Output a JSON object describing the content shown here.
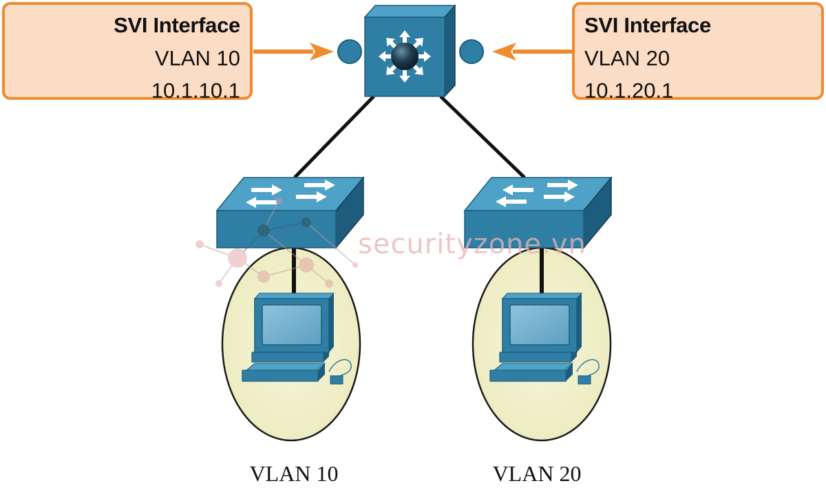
{
  "left_svi": {
    "title": "SVI Interface",
    "vlan": "VLAN 10",
    "ip": "10.1.10.1"
  },
  "right_svi": {
    "title": "SVI Interface",
    "vlan": "VLAN 20",
    "ip": "10.1.20.1"
  },
  "captions": {
    "left": "VLAN 10",
    "right": "VLAN 20"
  },
  "watermark": "securityzone.vn",
  "colors": {
    "device_blue": "#2f7fa5",
    "device_top": "#4fa2c7",
    "device_dark": "#1d5c7d",
    "arrow_orange": "#f08a2e",
    "box_fill": "#fbdcc4",
    "vlan_ellipse": "#f3f3d2"
  },
  "icons": [
    "multilayer-switch-icon",
    "switch-icon",
    "workstation-icon",
    "interface-dot-icon"
  ]
}
